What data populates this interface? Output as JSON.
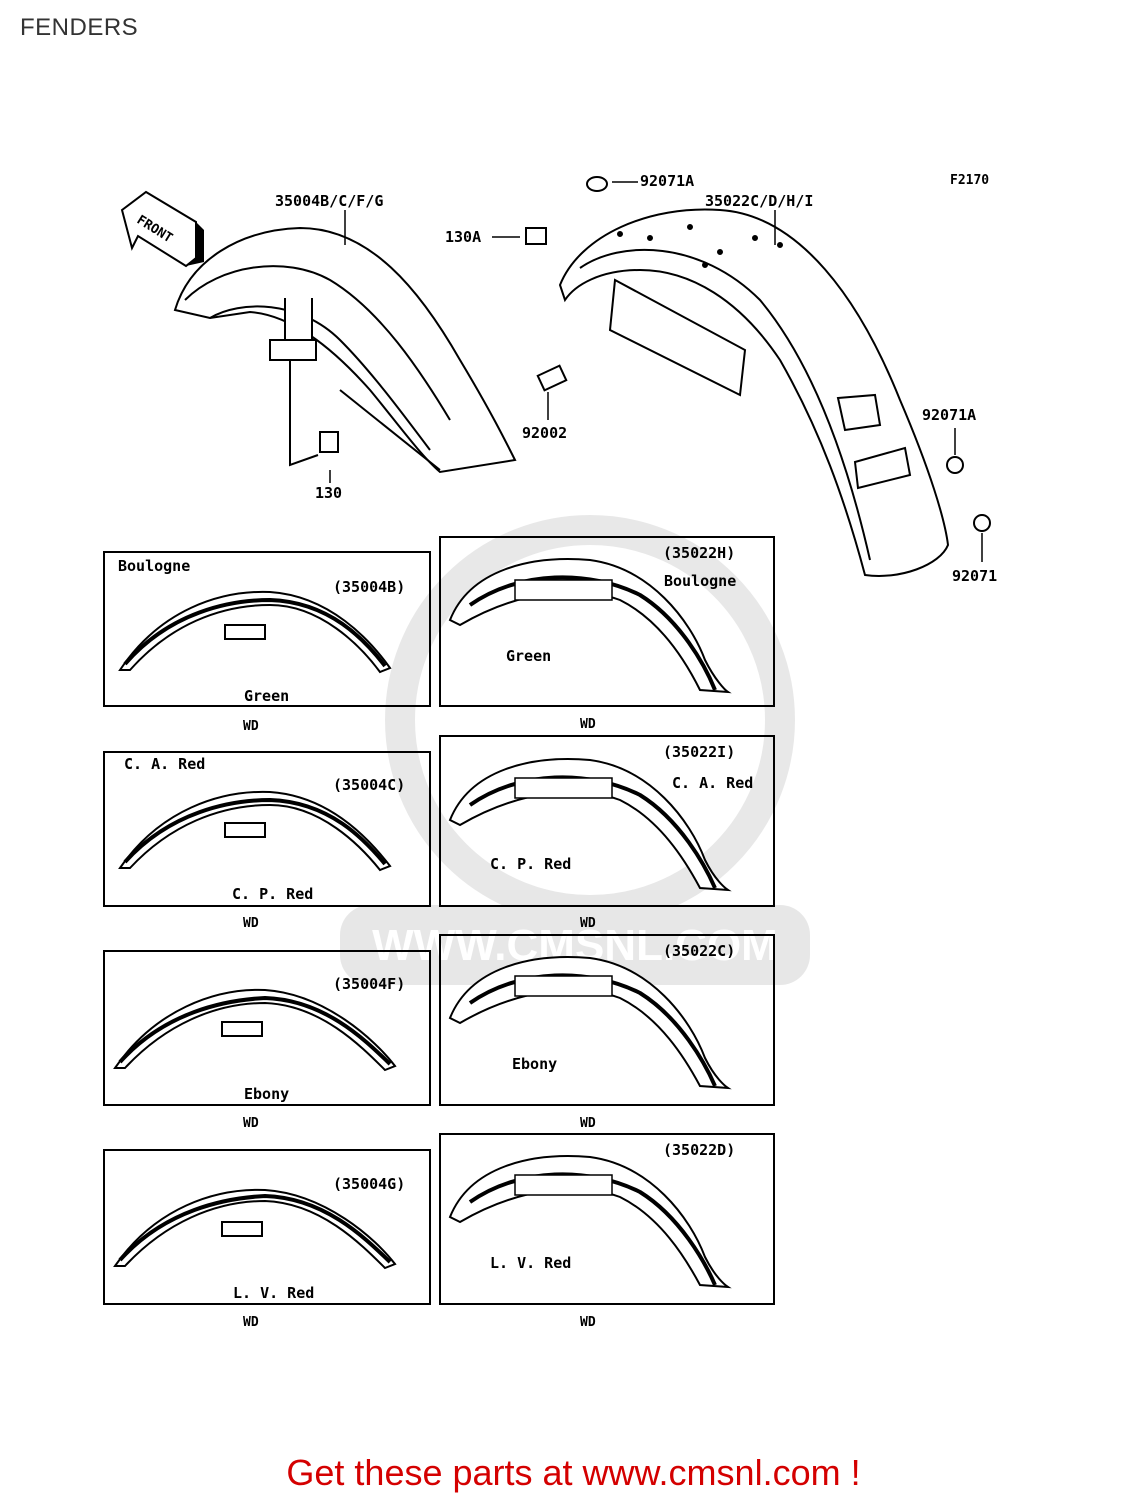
{
  "page": {
    "title": "FENDERS",
    "cta": "Get these parts at www.cmsnl.com !"
  },
  "diagram": {
    "code": "F2170",
    "front_label": "FRONT",
    "watermark": "WWW.CMSNL.COM",
    "callouts": {
      "front_fender": "35004B/C/F/G",
      "rear_fender": "35022C/D/H/I",
      "bolt_130": "130",
      "bolt_130A": "130A",
      "bolt_92002": "92002",
      "nut_92071A_top": "92071A",
      "nut_92071A_side": "92071A",
      "nut_92071": "92071"
    },
    "variants_front": [
      {
        "code": "(35004B)",
        "stripe": "Boulogne",
        "color": "Green",
        "tag": "WD"
      },
      {
        "code": "(35004C)",
        "stripe": "C. A. Red",
        "color": "C. P. Red",
        "tag": "WD"
      },
      {
        "code": "(35004F)",
        "stripe": "",
        "color": "Ebony",
        "tag": "WD"
      },
      {
        "code": "(35004G)",
        "stripe": "",
        "color": "L. V. Red",
        "tag": "WD"
      }
    ],
    "variants_rear": [
      {
        "code": "(35022H)",
        "stripe": "Boulogne",
        "color": "Green",
        "tag": "WD"
      },
      {
        "code": "(35022I)",
        "stripe": "C. A. Red",
        "color": "C. P. Red",
        "tag": "WD"
      },
      {
        "code": "(35022C)",
        "stripe": "",
        "color": "Ebony",
        "tag": "WD"
      },
      {
        "code": "(35022D)",
        "stripe": "",
        "color": "L. V. Red",
        "tag": "WD"
      }
    ]
  }
}
